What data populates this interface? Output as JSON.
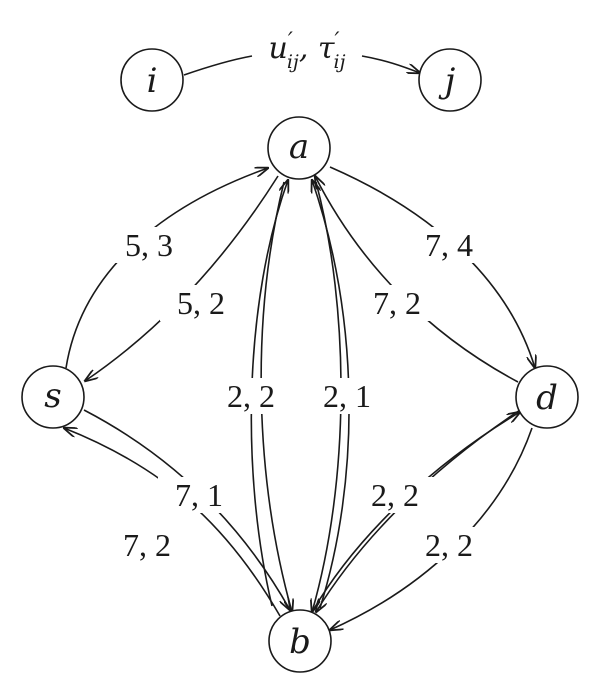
{
  "legend": {
    "from_node": "i",
    "to_node": "j",
    "edge_label_u": "u",
    "edge_label_u_prime": "′",
    "edge_label_u_sub": "ij",
    "edge_label_sep": ", ",
    "edge_label_tau": "τ",
    "edge_label_tau_prime": "′",
    "edge_label_tau_sub": "ij"
  },
  "nodes": {
    "a": "a",
    "s": "s",
    "d": "d",
    "b": "b"
  },
  "edges": {
    "a_to_s": "5, 3",
    "s_to_a": "5, 2",
    "a_to_d": "7, 4",
    "d_to_a": "7, 2",
    "b_to_a": "2, 2",
    "a_to_b": "2, 1",
    "s_to_b": "7, 1",
    "b_to_s": "7, 2",
    "b_to_d": "2, 2",
    "d_to_b": "2, 2"
  }
}
